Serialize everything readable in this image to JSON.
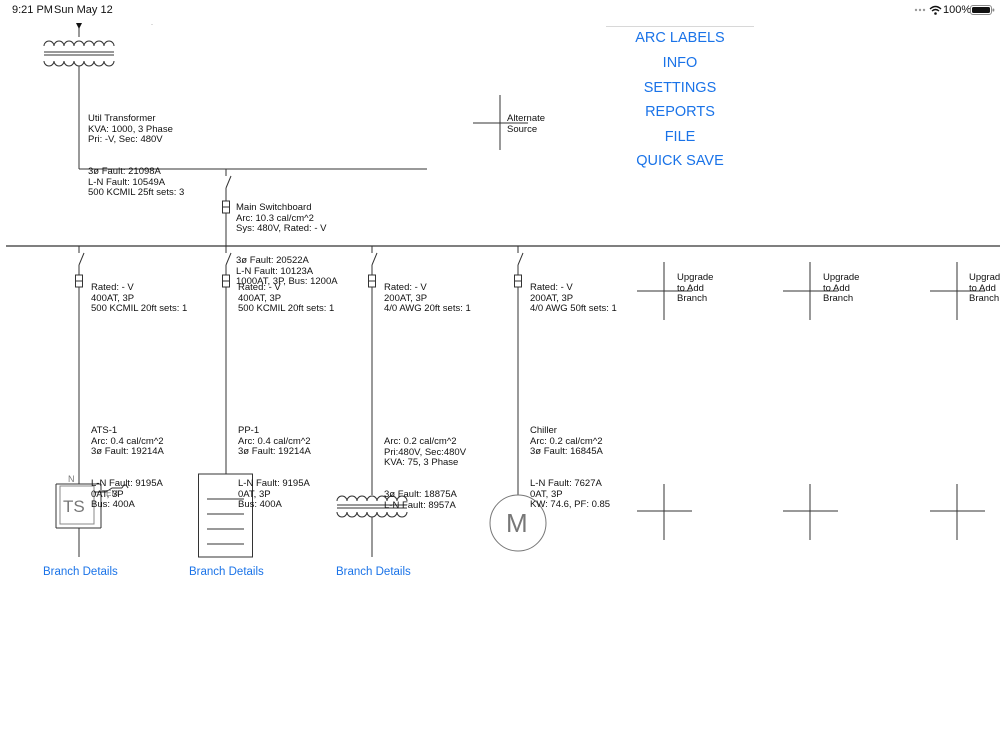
{
  "status_bar": {
    "time": "9:21 PM",
    "date": "Sun May 12",
    "battery": "100%",
    "icons": [
      "wifi-icon",
      "battery-icon"
    ]
  },
  "menu": [
    "ARC LABELS",
    "INFO",
    "SETTINGS",
    "REPORTS",
    "FILE",
    "QUICK SAVE"
  ],
  "accent_color": "#1a73e8",
  "transformer": [
    "Util Transformer",
    "KVA: 1000, 3 Phase",
    "Pri: -V, Sec: 480V",
    "3ø Fault: 21098A",
    "L-N Fault: 10549A",
    "500 KCMIL 25ft sets: 3"
  ],
  "alternate_source": [
    "Alternate",
    "Source"
  ],
  "main_switchboard": [
    "Main Switchboard",
    "Arc: 10.3 cal/cm^2",
    "Sys: 480V, Rated: - V",
    "3ø Fault: 20522A",
    "L-N Fault: 10123A",
    "1000AT, 3P, Bus: 1200A"
  ],
  "branches": [
    {
      "breaker": [
        "Rated: - V",
        "400AT, 3P",
        "500 KCMIL 20ft sets: 1"
      ],
      "load": [
        "ATS-1",
        "Arc: 0.4 cal/cm^2",
        "3ø Fault: 19214A",
        "L-N Fault: 9195A",
        "0AT, 3P",
        "Bus: 400A"
      ],
      "symbol_labels": {
        "main": "TS",
        "normal": "N",
        "emergency": "EM"
      },
      "details": "Branch Details"
    },
    {
      "breaker": [
        "Rated: - V",
        "400AT, 3P",
        "500 KCMIL 20ft sets: 1"
      ],
      "load": [
        "PP-1",
        "Arc: 0.4 cal/cm^2",
        "3ø Fault: 19214A",
        "L-N Fault: 9195A",
        "0AT, 3P",
        "Bus: 400A"
      ],
      "details": "Branch Details"
    },
    {
      "breaker": [
        "Rated: - V",
        "200AT, 3P",
        "4/0 AWG 20ft sets: 1"
      ],
      "load": [
        "Arc: 0.2 cal/cm^2",
        "Pri:480V, Sec:480V",
        "KVA: 75, 3 Phase",
        "3ø Fault: 18875A",
        "L-N Fault: 8957A"
      ],
      "details": "Branch Details"
    },
    {
      "breaker": [
        "Rated: - V",
        "200AT, 3P",
        "4/0 AWG 50ft sets: 1"
      ],
      "load": [
        "Chiller",
        "Arc: 0.2 cal/cm^2",
        "3ø Fault: 16845A",
        "L-N Fault: 7627A",
        "0AT, 3P",
        "KW: 74.6, PF: 0.85"
      ],
      "symbol_labels": {
        "main": "M"
      }
    }
  ],
  "upgrade_label": [
    "Upgrade",
    "to Add",
    "Branch"
  ]
}
